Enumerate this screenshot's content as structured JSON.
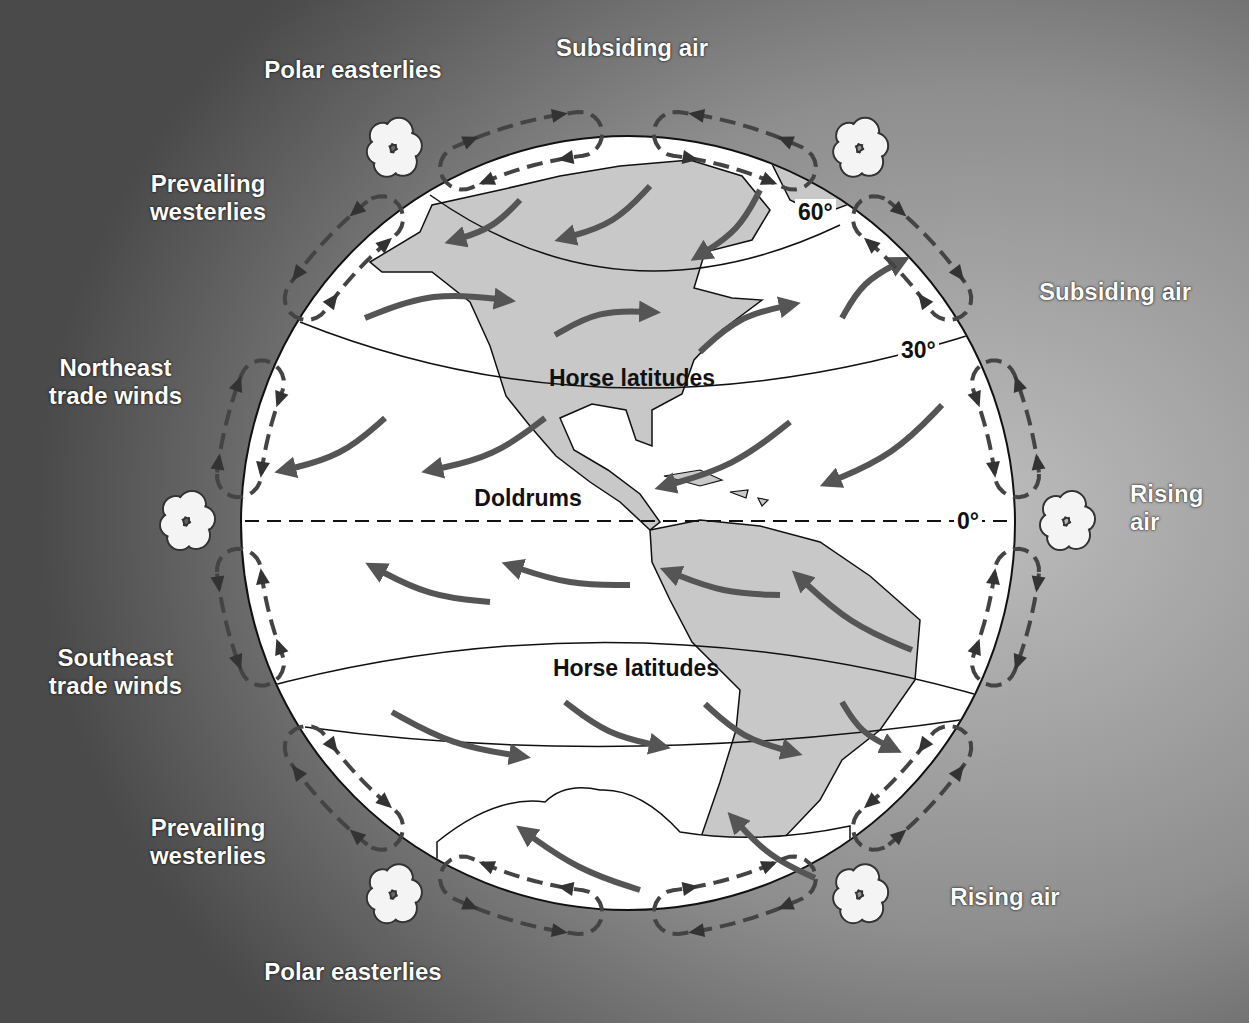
{
  "diagram": {
    "labels": [
      "Subsiding air",
      "Polar easterlies",
      "Prevailing westerlies",
      "60°",
      "Subsiding air",
      "30°",
      "Northeast trade winds",
      "Horse latitudes",
      "Doldrums",
      "0°",
      "Rising air",
      "Southeast trade winds",
      "Horse latitudes",
      "Prevailing westerlies",
      "Rising air",
      "Polar easterlies"
    ]
  }
}
